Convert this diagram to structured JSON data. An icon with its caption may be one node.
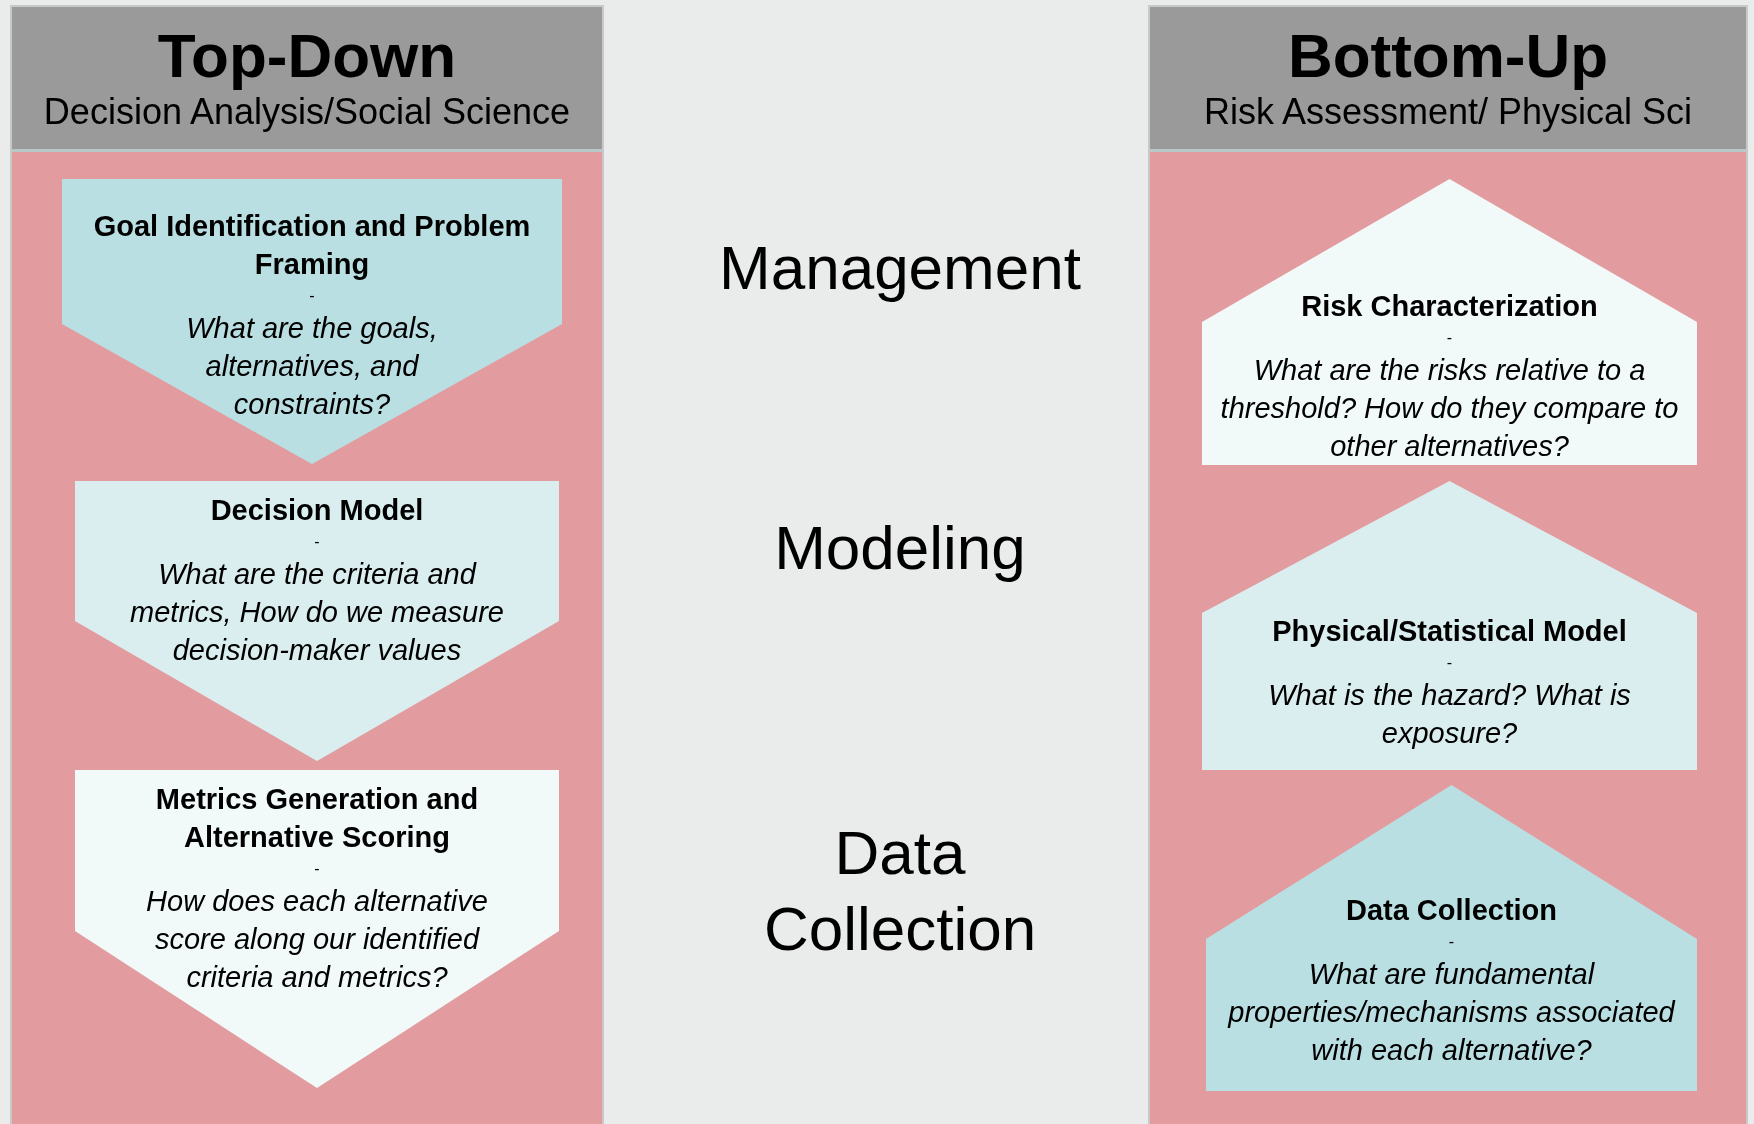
{
  "diagram": {
    "nodes": [
      {
        "text": [
          "Top-Down",
          "Decision Analysis/Social Science"
        ]
      },
      {
        "text": [
          "Goal Identification and Problem Framing",
          "-",
          "What are the goals, alternatives, and constraints?"
        ],
        "in": 0
      },
      {
        "text": [
          "Decision Model",
          "-",
          "What are the criteria and metrics, How do we  measure decision-maker values"
        ],
        "in": 0
      },
      {
        "text": [
          "Metrics Generation and Alternative Scoring",
          "-",
          "How does each alternative score along our identified criteria and metrics?"
        ],
        "in": 0
      },
      {
        "text": [
          "Bottom-Up",
          "Risk Assessment/ Physical Sci"
        ]
      },
      {
        "text": [
          "Risk Characterization",
          "-",
          "What are the risks relative to a threshold? How do they compare to other alternatives?"
        ],
        "in": 4
      },
      {
        "text": [
          "Physical/Statistical Model",
          "-",
          "What is the hazard? What is exposure?"
        ],
        "in": 4
      },
      {
        "text": [
          "Data Collection",
          "-",
          "What are fundamental properties/mechanisms associated with each alternative?"
        ],
        "in": 4
      }
    ],
    "edges": [],
    "labels": [
      "Management",
      "Modeling",
      "Data Collection"
    ]
  }
}
